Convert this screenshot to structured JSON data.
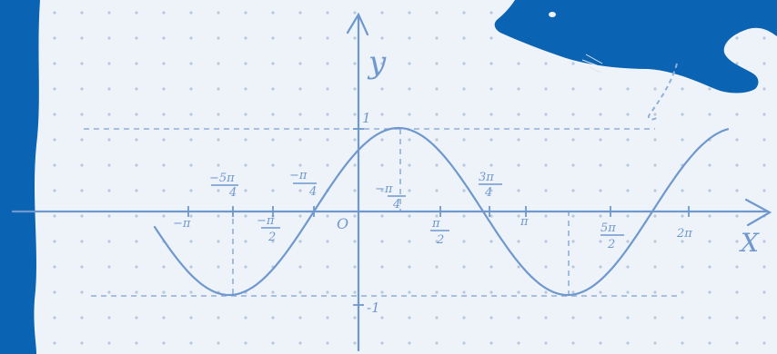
{
  "axes": {
    "x_label": "X",
    "y_label": "y",
    "origin_label": "O"
  },
  "y_ticks": {
    "top": "1",
    "bottom": "-1"
  },
  "x_ticks": {
    "neg_pi": {
      "num": "−π",
      "den": ""
    },
    "neg_5pi_4": {
      "num": "−5π",
      "den": "4"
    },
    "neg_pi_2": {
      "num": "−π",
      "den": "2"
    },
    "neg_pi_4": {
      "num": "−π",
      "den": "4"
    },
    "pi_4": {
      "num": "−π",
      "den": "4"
    },
    "pi_2": {
      "num": "π",
      "den": "2"
    },
    "3pi_4": {
      "num": "3π",
      "den": "4"
    },
    "pi": {
      "num": "π",
      "den": ""
    },
    "5pi_2": {
      "num": "5π",
      "den": "2"
    },
    "2pi": {
      "num": "2π",
      "den": ""
    }
  },
  "colors": {
    "background": "#eef3fa",
    "ink": "#6f98cf",
    "dots": "#b9c9de",
    "brand_blue": "#0b64b3"
  },
  "icons": [
    "cat-silhouette",
    "curly-tail"
  ]
}
